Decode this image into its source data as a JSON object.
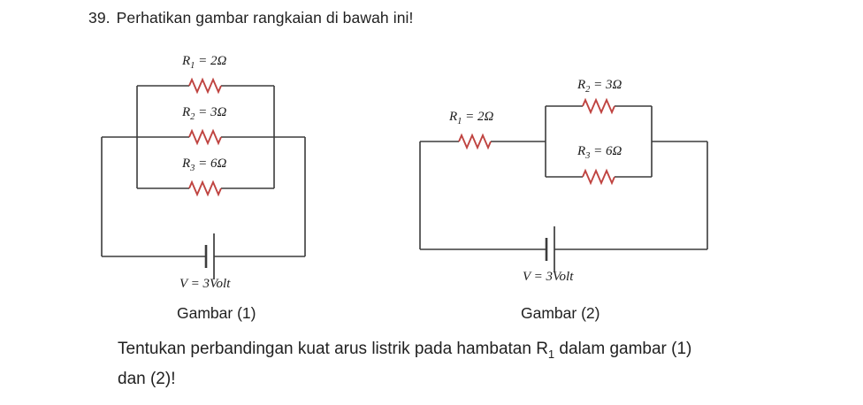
{
  "header": {
    "number": "39.",
    "title": "Perhatikan gambar rangkaian di bawah ini!"
  },
  "figure1": {
    "caption": "Gambar (1)",
    "resistors": [
      {
        "sym": "R",
        "sub": "1",
        "val": " = 2Ω"
      },
      {
        "sym": "R",
        "sub": "2",
        "val": " = 3Ω"
      },
      {
        "sym": "R",
        "sub": "3",
        "val": " = 6Ω"
      }
    ],
    "voltage": {
      "sym": "V",
      "val": " = 3Volt"
    }
  },
  "figure2": {
    "caption": "Gambar (2)",
    "resistors": [
      {
        "sym": "R",
        "sub": "1",
        "val": " = 2Ω"
      },
      {
        "sym": "R",
        "sub": "2",
        "val": " = 3Ω"
      },
      {
        "sym": "R",
        "sub": "3",
        "val": " = 6Ω"
      }
    ],
    "voltage": {
      "sym": "V",
      "val": " = 3Volt"
    }
  },
  "question": {
    "line1_prefix": "Tentukan perbandingan kuat arus listrik pada hambatan R",
    "line1_sub": "1",
    "line1_suffix": " dalam gambar (1)",
    "line2": "dan (2)!"
  },
  "colors": {
    "wire": "#3c3c3c",
    "resistor": "#bf4340",
    "text": "#212121"
  }
}
